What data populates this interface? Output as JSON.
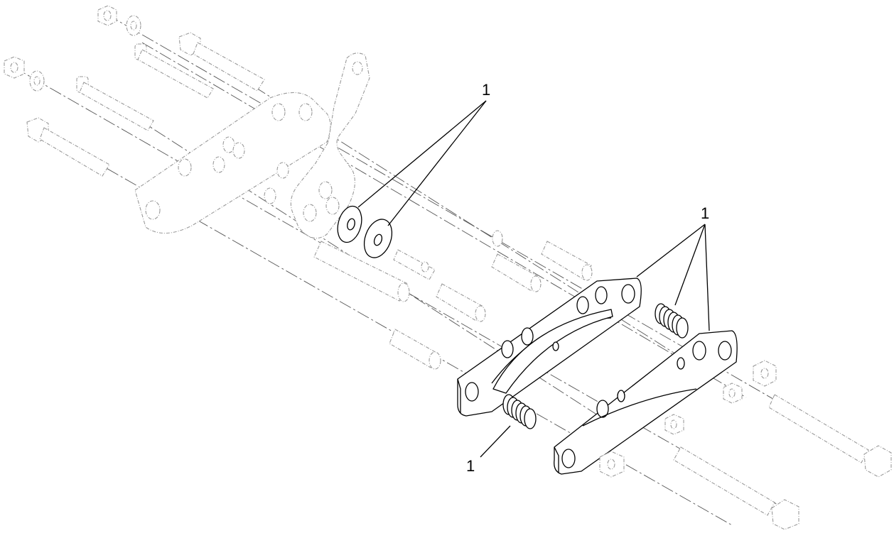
{
  "diagram": {
    "callouts": [
      {
        "label": "1",
        "id": "callout-washers"
      },
      {
        "label": "1",
        "id": "callout-plates-spring"
      },
      {
        "label": "1",
        "id": "callout-lower-spring"
      }
    ]
  }
}
